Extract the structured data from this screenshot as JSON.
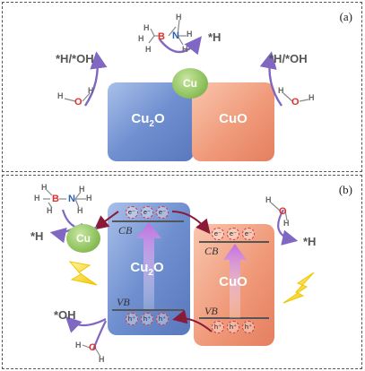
{
  "panel_a": {
    "label": "(a)",
    "molecule": {
      "atoms": [
        "H",
        "H",
        "H",
        "B",
        "N",
        "H",
        "H",
        "H"
      ]
    },
    "product_top": "*H",
    "left_product": "*H/*OH",
    "right_product": "*H/*OH",
    "water_left": [
      "H",
      "O",
      "H"
    ],
    "water_right": [
      "H",
      "O",
      "H"
    ],
    "cu_label": "Cu",
    "cu2o_label": "Cu2O",
    "cuo_label": "CuO"
  },
  "panel_b": {
    "label": "(b)",
    "molecule": {
      "atoms": [
        "H",
        "H",
        "H",
        "B",
        "N",
        "H",
        "H",
        "H"
      ]
    },
    "h_product_left": "*H",
    "h_product_right": "*H",
    "oh_product": "*OH",
    "water_top": [
      "H",
      "O",
      "H"
    ],
    "water_bottom": [
      "H",
      "O",
      "H"
    ],
    "cu_label": "Cu",
    "cu2o_label": "Cu2O",
    "cuo_label": "CuO",
    "cb_label": "CB",
    "vb_label": "VB",
    "electron": "e⁻",
    "hole": "h⁺"
  },
  "colors": {
    "cu2o": "#6f8fd0",
    "cuo": "#f09a7a",
    "cu": "#8fc25e",
    "arrow": "#7f67c2",
    "hole_arrow": "#8a1a3a",
    "lightning": "#f5d21a"
  }
}
